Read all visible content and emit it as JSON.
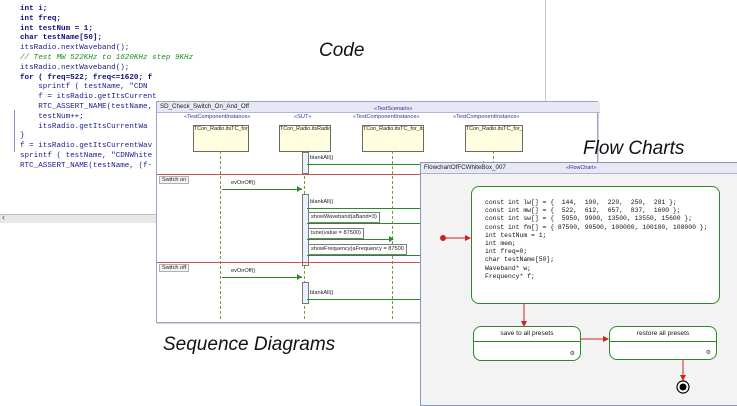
{
  "code": {
    "caption": "Code",
    "lines": [
      "int i;",
      "int freq;",
      "int testNum = 1;",
      "char testName[50];",
      "",
      "itsRadio.nextWaveband();",
      "",
      "// Test MW 522KHz to 1620KHz step 9KHz",
      "itsRadio.nextWaveband();",
      "for ( freq=522; freq<=1620; f",
      "    sprintf ( testName, \"CDN",
      "    f = itsRadio.getItsCurrent",
      "    RTC_ASSERT_NAME(testName,",
      "    testNum++;",
      "    itsRadio.getItsCurrentWa",
      "}",
      "f = itsRadio.getItsCurrentWav",
      "sprintf ( testName, \"CDNWhite",
      "RTC_ASSERT_NAME(testName, (f-"
    ]
  },
  "sequence": {
    "caption": "Sequence Diagrams",
    "title": "SD_Check_Switch_On_And_Off",
    "lifelines": [
      {
        "stereotype": "«TestComponentInstance»",
        "label": "TCon_Radio.itsTC_for_itsUser:TC_for_itsUser"
      },
      {
        "stereotype": "«SUT»",
        "label": "TCon_Radio.itsRadio:Radio"
      },
      {
        "stereotype": "«TestComponentInstance»",
        "label": "TCon_Radio.itsTC_for_itsTuner:TC_for_itsTuner"
      },
      {
        "stereotype": "«TestComponentInstance»",
        "label": "TCon_Radio.itsTC_for_itsDisplay:TC_for_itsDisplay"
      }
    ],
    "scenario_stereotype": "«TestScenario»",
    "frames": [
      "Switch on",
      "Switch off"
    ],
    "messages": [
      "blankAll()",
      "evOnOff()",
      "blankAll()",
      "showWaveband(aBand=3)",
      "tune(value = 87500)",
      "showFrequency(aFrequency = 87500",
      "evOnOff()",
      "blankAll()"
    ]
  },
  "flow": {
    "caption": "Flow Charts",
    "title": "FlowchartOfFCWhiteBox_007",
    "stereotype": "«FlowChart»",
    "main_action": [
      "const int lw[] = {  144,  190,  220,  250,  281 };",
      "const int mw[] = {  522,  612,  657,  837,  1600 };",
      "const int sw[] = {  5950, 9900, 13500, 13550, 15600 };",
      "const int fm[] = { 87500, 90500, 100000, 100100, 108000 };",
      "int testNum = 1;",
      "int mem;",
      "int freq=0;",
      "char testName[50];",
      "Waveband* w;",
      "Frequency* f;"
    ],
    "save_label": "save to all presets",
    "restore_label": "restore all presets"
  },
  "colors": {
    "accent_green": "#2a8a2a",
    "accent_red": "#cc2222",
    "lifeline_fill": "#ffffe0",
    "code_comment": "#1b8e1b",
    "code_text": "#1b1b8e"
  }
}
